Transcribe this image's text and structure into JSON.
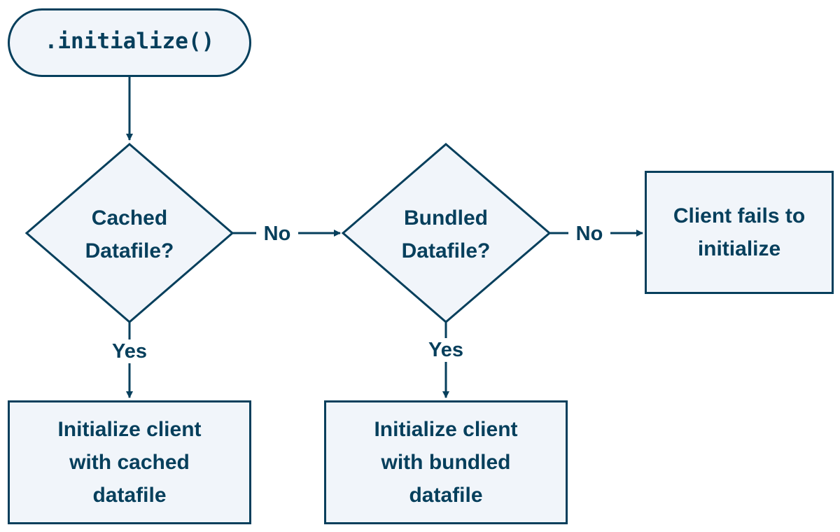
{
  "diagram": {
    "start": {
      "label": ".initialize()"
    },
    "decisions": {
      "cached": {
        "line1": "Cached",
        "line2": "Datafile?"
      },
      "bundled": {
        "line1": "Bundled",
        "line2": "Datafile?"
      }
    },
    "outcomes": {
      "fail": {
        "line1": "Client fails to",
        "line2": "initialize"
      },
      "cached": {
        "line1": "Initialize client",
        "line2": "with cached",
        "line3": "datafile"
      },
      "bundled": {
        "line1": "Initialize client",
        "line2": "with bundled",
        "line3": "datafile"
      }
    },
    "edge_labels": {
      "cached_no": "No",
      "bundled_no": "No",
      "cached_yes": "Yes",
      "bundled_yes": "Yes"
    },
    "colors": {
      "stroke": "#063f5c",
      "fill": "#f1f5fa",
      "text": "#063f5c"
    }
  }
}
